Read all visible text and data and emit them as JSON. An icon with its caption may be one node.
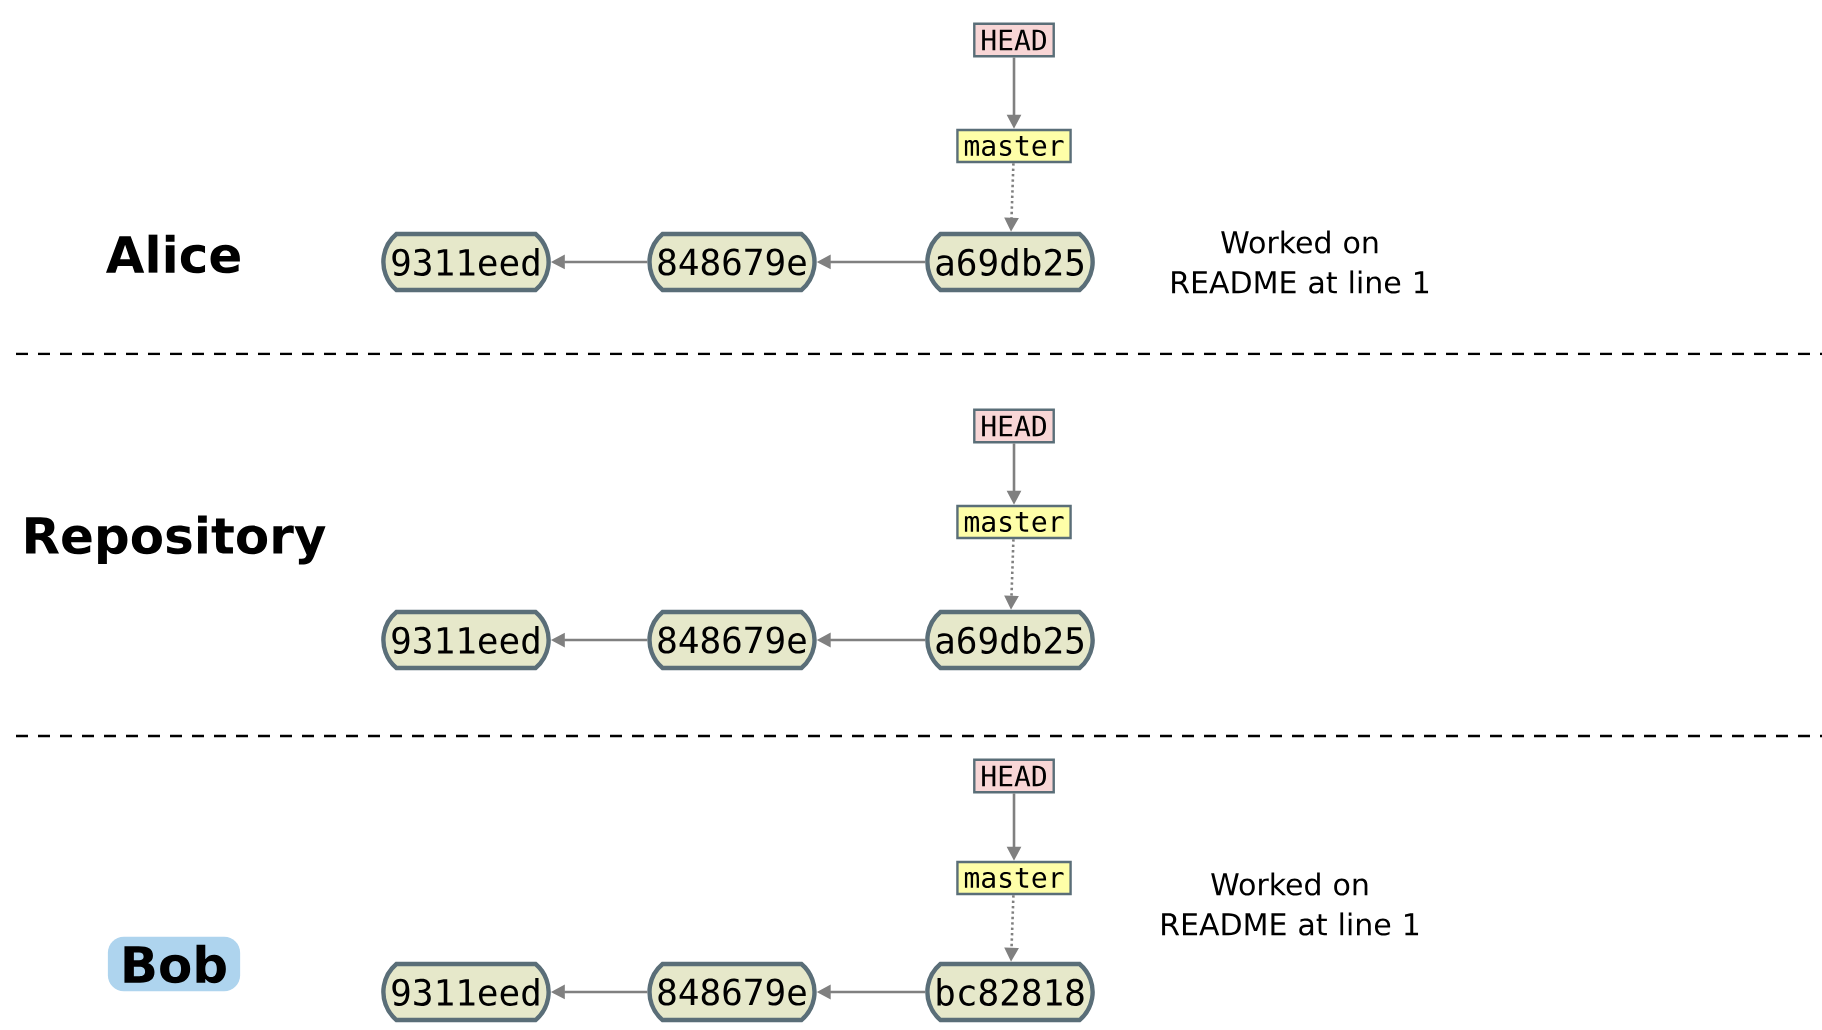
{
  "diagram": {
    "nodes": [
      {
        "text": [
          "HEAD"
        ]
      },
      {
        "text": [
          "master"
        ]
      },
      {
        "text": [
          "9311eed"
        ]
      },
      {
        "text": [
          "848679e"
        ]
      },
      {
        "text": [
          "a69db25"
        ]
      },
      {
        "text": [
          "HEAD"
        ]
      },
      {
        "text": [
          "master"
        ]
      },
      {
        "text": [
          "9311eed"
        ]
      },
      {
        "text": [
          "848679e"
        ]
      },
      {
        "text": [
          "a69db25"
        ]
      },
      {
        "text": [
          "HEAD"
        ]
      },
      {
        "text": [
          "master"
        ]
      },
      {
        "text": [
          "Bob"
        ]
      },
      {
        "text": [
          "9311eed"
        ]
      },
      {
        "text": [
          "848679e"
        ]
      },
      {
        "text": [
          "bc82818"
        ]
      }
    ],
    "edges": [
      {
        "from": 0,
        "to": 1,
        "arrow": "to"
      },
      {
        "from": 1,
        "to": 4,
        "arrow": "to",
        "style": "dashed"
      },
      {
        "from": 4,
        "to": 3,
        "arrow": "to"
      },
      {
        "from": 3,
        "to": 2,
        "arrow": "to"
      },
      {
        "from": 5,
        "to": 6,
        "arrow": "to"
      },
      {
        "from": 6,
        "to": 9,
        "arrow": "to",
        "style": "dashed"
      },
      {
        "from": 9,
        "to": 8,
        "arrow": "to"
      },
      {
        "from": 8,
        "to": 7,
        "arrow": "to"
      },
      {
        "from": 10,
        "to": 11,
        "arrow": "to"
      },
      {
        "from": 11,
        "to": 15,
        "arrow": "to",
        "style": "dashed"
      },
      {
        "from": 15,
        "to": 14,
        "arrow": "to"
      },
      {
        "from": 14,
        "to": 13,
        "arrow": "to"
      }
    ],
    "labels": [
      "Alice",
      "Worked on README at line 1",
      "Repository",
      "Worked on README at line 1"
    ]
  }
}
